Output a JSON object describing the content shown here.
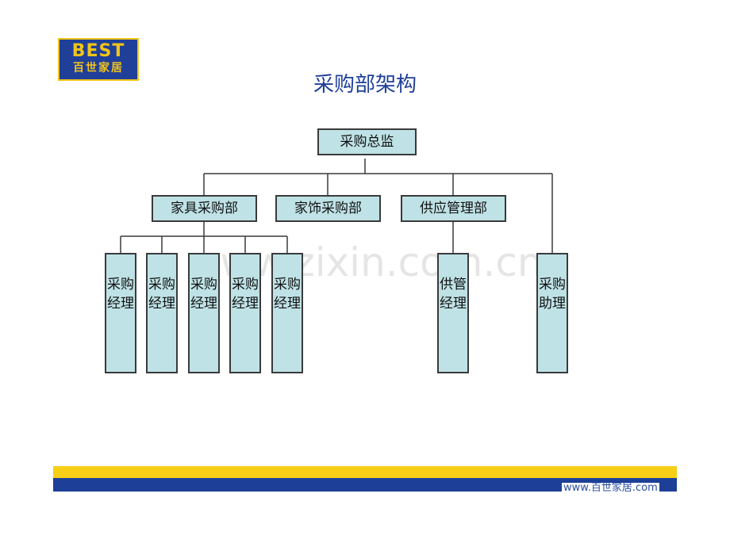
{
  "logo": {
    "line1": "BEST",
    "line2": "百世家居"
  },
  "title": "采购部架构",
  "watermark": "www.zixin.com.cn",
  "org": {
    "head": "采购总监",
    "departments": [
      "家具采购部",
      "家饰采购部",
      "供应管理部"
    ],
    "managers": [
      "采购经理",
      "采购经理",
      "采购经理",
      "采购经理",
      "采购经理"
    ],
    "supply_manager": "供管经理",
    "assistant": "采购助理"
  },
  "footer": {
    "text": "www.百世家居.com"
  },
  "colors": {
    "box_fill": "#bfe2e6",
    "brand_blue": "#1d3f97",
    "brand_yellow": "#f7cf17"
  }
}
